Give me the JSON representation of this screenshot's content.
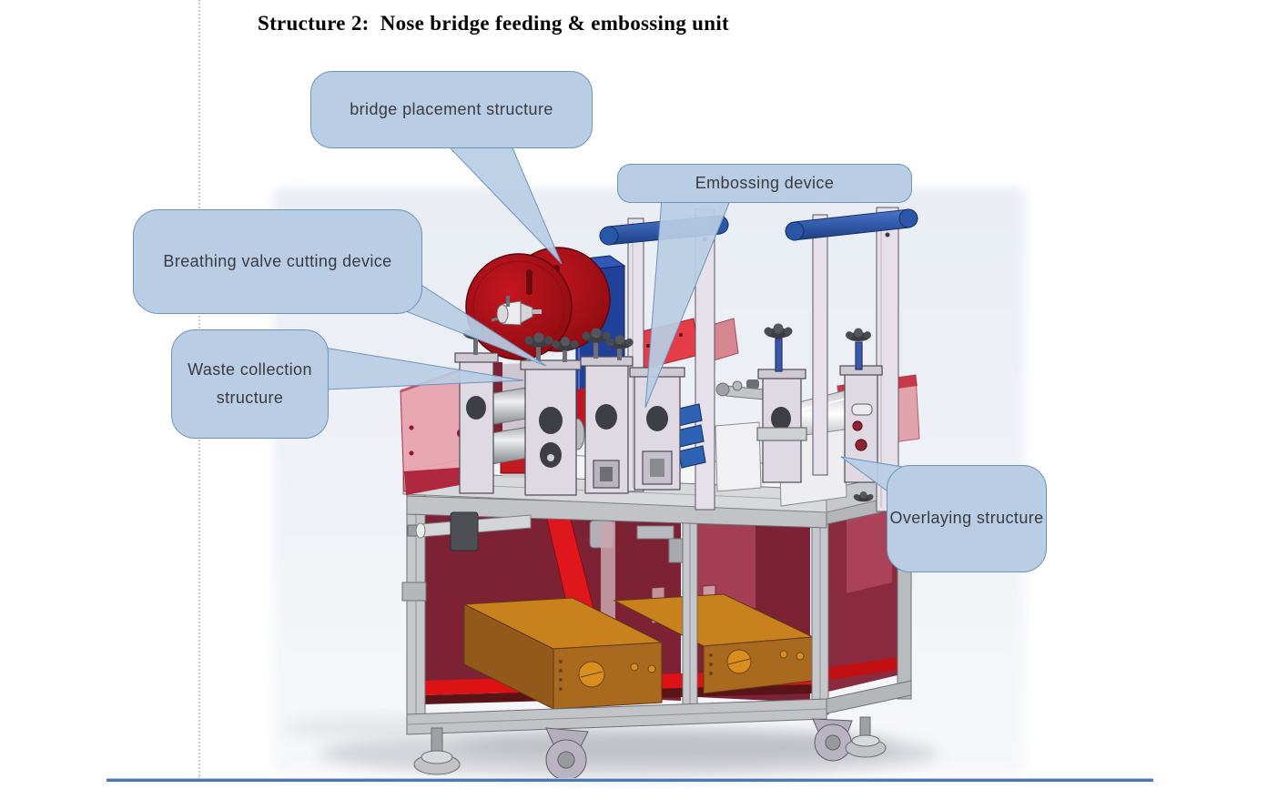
{
  "page": {
    "title": "Structure 2:  Nose bridge feeding & embossing unit"
  },
  "callouts": [
    {
      "label": "bridge placement structure"
    },
    {
      "label": "Embossing device"
    },
    {
      "label": "Breathing valve cutting device"
    },
    {
      "label": "Waste collection structure"
    },
    {
      "label": "Overlaying structure"
    }
  ],
  "colors": {
    "callout_fill": "#b9cde4",
    "callout_border": "#6d93bf",
    "bottom_rule_blue": "#4a79b5",
    "margin_guide_gray": "#c9c9c9",
    "reel_red": "#a50f16",
    "cabinet_panel_maroon": "#7d2134",
    "inner_floor_red": "#dc1215",
    "electrical_box_orange": "#a96a20",
    "roller_bar_blue": "#2a5cae",
    "frame_gray": "#c9cacd",
    "render_backdrop": "#e9edf4"
  }
}
